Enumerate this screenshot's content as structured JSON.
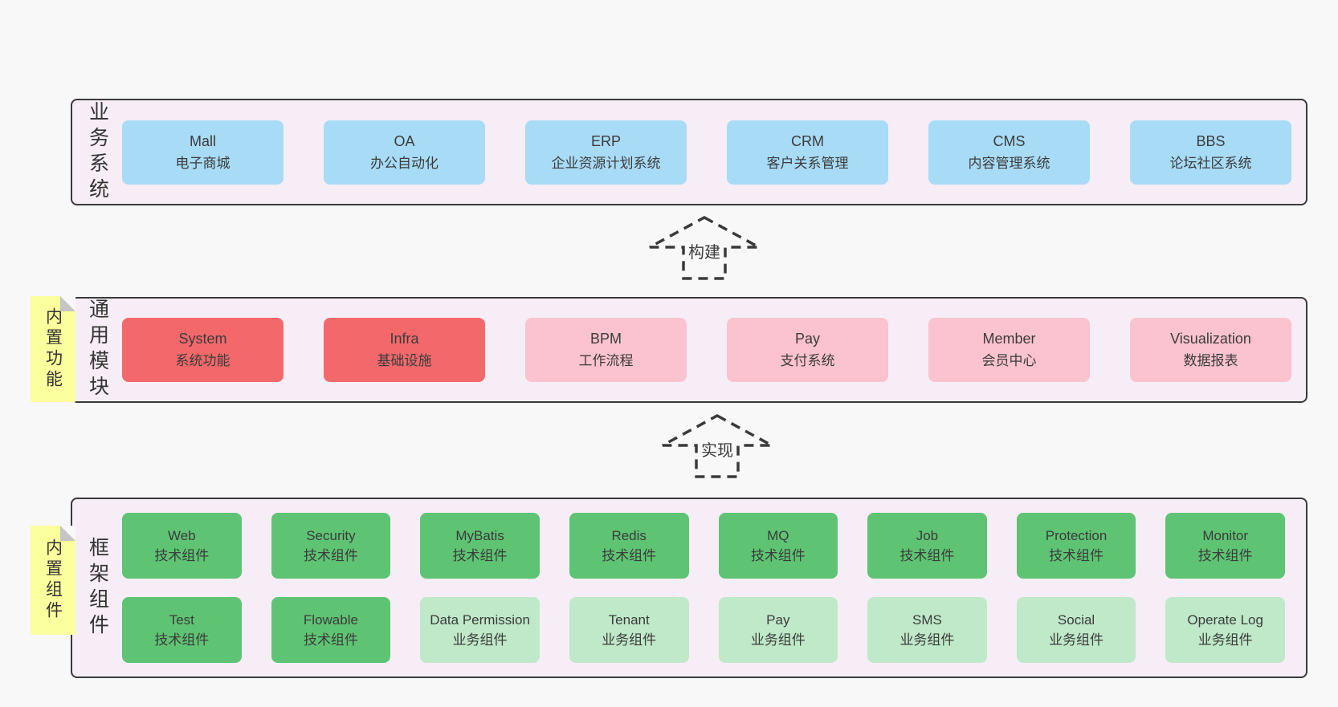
{
  "diagram": {
    "bands": {
      "business": {
        "vertical_label": "业务系统",
        "boxes": [
          {
            "en": "Mall",
            "zh": "电子商城",
            "variant": "blue"
          },
          {
            "en": "OA",
            "zh": "办公自动化",
            "variant": "blue"
          },
          {
            "en": "ERP",
            "zh": "企业资源计划系统",
            "variant": "blue"
          },
          {
            "en": "CRM",
            "zh": "客户关系管理",
            "variant": "blue"
          },
          {
            "en": "CMS",
            "zh": "内容管理系统",
            "variant": "blue"
          },
          {
            "en": "BBS",
            "zh": "论坛社区系统",
            "variant": "blue"
          }
        ]
      },
      "modules": {
        "sticky_label": "内置功能",
        "vertical_label": "通用模块",
        "boxes": [
          {
            "en": "System",
            "zh": "系统功能",
            "variant": "red"
          },
          {
            "en": "Infra",
            "zh": "基础设施",
            "variant": "red"
          },
          {
            "en": "BPM",
            "zh": "工作流程",
            "variant": "pink"
          },
          {
            "en": "Pay",
            "zh": "支付系统",
            "variant": "pink"
          },
          {
            "en": "Member",
            "zh": "会员中心",
            "variant": "pink"
          },
          {
            "en": "Visualization",
            "zh": "数据报表",
            "variant": "pink"
          }
        ]
      },
      "components": {
        "sticky_label": "内置组件",
        "vertical_label": "框架组件",
        "row1": [
          {
            "en": "Web",
            "zh": "技术组件",
            "variant": "green"
          },
          {
            "en": "Security",
            "zh": "技术组件",
            "variant": "green"
          },
          {
            "en": "MyBatis",
            "zh": "技术组件",
            "variant": "green"
          },
          {
            "en": "Redis",
            "zh": "技术组件",
            "variant": "green"
          },
          {
            "en": "MQ",
            "zh": "技术组件",
            "variant": "green"
          },
          {
            "en": "Job",
            "zh": "技术组件",
            "variant": "green"
          },
          {
            "en": "Protection",
            "zh": "技术组件",
            "variant": "green"
          },
          {
            "en": "Monitor",
            "zh": "技术组件",
            "variant": "green"
          }
        ],
        "row2": [
          {
            "en": "Test",
            "zh": "技术组件",
            "variant": "green"
          },
          {
            "en": "Flowable",
            "zh": "技术组件",
            "variant": "green"
          },
          {
            "en": "Data Permission",
            "zh": "业务组件",
            "variant": "lightgreen"
          },
          {
            "en": "Tenant",
            "zh": "业务组件",
            "variant": "lightgreen"
          },
          {
            "en": "Pay",
            "zh": "业务组件",
            "variant": "lightgreen"
          },
          {
            "en": "SMS",
            "zh": "业务组件",
            "variant": "lightgreen"
          },
          {
            "en": "Social",
            "zh": "业务组件",
            "variant": "lightgreen"
          },
          {
            "en": "Operate Log",
            "zh": "业务组件",
            "variant": "lightgreen"
          }
        ]
      }
    },
    "arrows": {
      "build": {
        "label": "构建"
      },
      "implement": {
        "label": "实现"
      }
    },
    "colors": {
      "page_background": "#f8f8f8",
      "band_background": "#f7edf6",
      "band_border": "#3a3a3a",
      "box_blue": "#a8dbf6",
      "box_red": "#f3696b",
      "box_pink": "#fbc3cf",
      "box_green": "#5ec473",
      "box_light_green": "#bfe9c8",
      "sticky_yellow": "#fcff9d",
      "sticky_fold_gray": "#c5c5c5",
      "text": "#3b3b3b"
    }
  }
}
